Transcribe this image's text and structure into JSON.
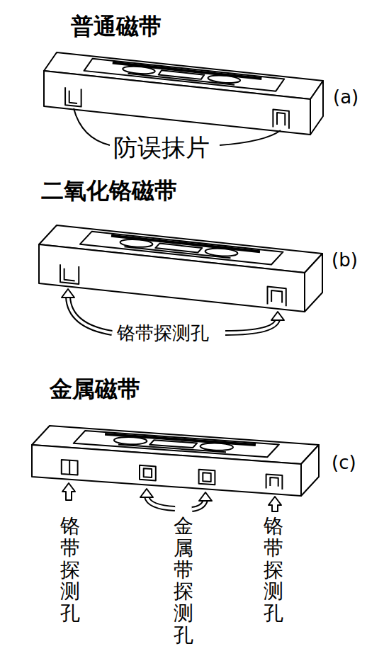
{
  "diagram": {
    "labels": [
      "普通磁带",
      "(a)",
      "防误抹片",
      "二氧化铬磁带",
      "(b)",
      "铬带探测孔",
      "金属磁带",
      "(c)",
      "铬带探测孔",
      "金属带探测孔",
      "铬带探测孔"
    ]
  }
}
